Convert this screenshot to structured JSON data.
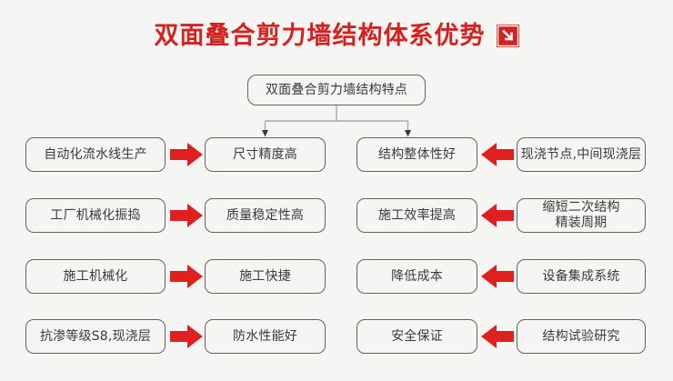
{
  "header": {
    "title": "双面叠合剪力墙结构体系优势",
    "badge_icon": "arrow-down-right-icon",
    "accent_color": "#d42220"
  },
  "diagram": {
    "type": "flow",
    "background_color": "#f5f5f3",
    "node_border_color": "#6d605b",
    "connector_color": "#a8a8a8",
    "arrow_color": "#e01f1f",
    "root": {
      "label": "双面叠合剪力墙结构特点"
    },
    "rows": [
      {
        "left_cause": "自动化流水线生产",
        "left_arrow": "arrow-right-icon",
        "left_effect": "尺寸精度高",
        "right_effect": "结构整体性好",
        "right_arrow": "arrow-left-icon",
        "right_cause": "现浇节点,中间现浇层"
      },
      {
        "left_cause": "工厂机械化振捣",
        "left_arrow": "arrow-right-icon",
        "left_effect": "质量稳定性高",
        "right_effect": "施工效率提高",
        "right_arrow": "arrow-left-icon",
        "right_cause": "缩短二次结构\n精装周期"
      },
      {
        "left_cause": "施工机械化",
        "left_arrow": "arrow-right-icon",
        "left_effect": "施工快捷",
        "right_effect": "降低成本",
        "right_arrow": "arrow-left-icon",
        "right_cause": "设备集成系统"
      },
      {
        "left_cause": "抗渗等级S8,现浇层",
        "left_arrow": "arrow-right-icon",
        "left_effect": "防水性能好",
        "right_effect": "安全保证",
        "right_arrow": "arrow-left-icon",
        "right_cause": "结构试验研究"
      }
    ]
  }
}
